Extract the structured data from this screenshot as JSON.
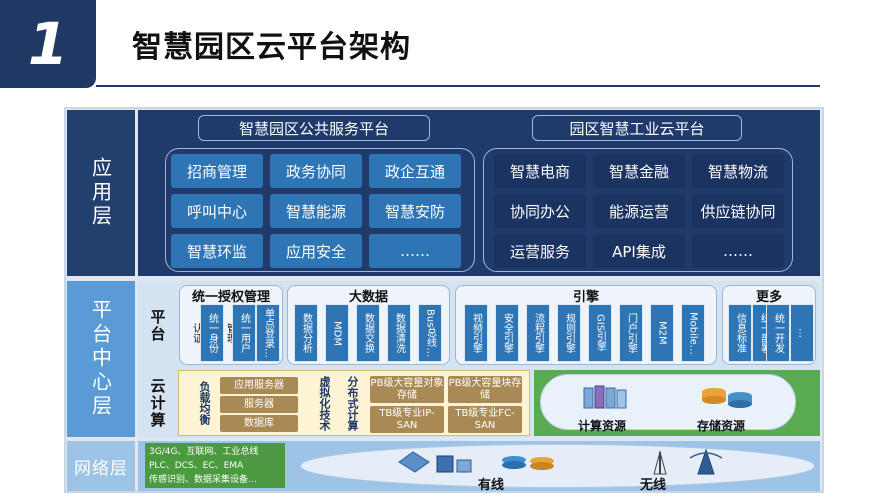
{
  "header": {
    "number": "1",
    "title": "智慧园区云平台架构"
  },
  "layers": {
    "app": "应用层",
    "platform": "平台中心层",
    "network": "网络层"
  },
  "app": {
    "public_title": "智慧园区公共服务平台",
    "industrial_title": "园区智慧工业云平台",
    "public_items": [
      "招商管理",
      "政务协同",
      "政企互通",
      "呼叫中心",
      "智慧能源",
      "智慧安防",
      "智慧环监",
      "应用安全",
      "……"
    ],
    "industrial_items": [
      "智慧电商",
      "智慧金融",
      "智慧物流",
      "协同办公",
      "能源运营",
      "供应链协同",
      "运营服务",
      "API集成",
      "……"
    ]
  },
  "platform": {
    "platform_label": "平台",
    "cloud_label": "云计算",
    "auth": {
      "title": "统一授权管理",
      "items": [
        "认证",
        "统一身份",
        "管理",
        "统一用户",
        "单点登录…"
      ]
    },
    "bigdata": {
      "title": "大数据",
      "items": [
        "数据分析",
        "MDM",
        "数据交换",
        "数据清洗",
        "Bus总线…"
      ]
    },
    "engine": {
      "title": "引擎",
      "items": [
        "视频引擎",
        "安全引擎",
        "流程引擎",
        "规则引擎",
        "GIS引擎",
        "门户引擎",
        "M2M",
        "Mobile…"
      ]
    },
    "more": {
      "title": "更多",
      "items": [
        "信息标准",
        "统一部署",
        "统一开发",
        "…"
      ]
    },
    "cloud": {
      "load_balance": "负载均衡",
      "servers": [
        "应用服务器",
        "服务器",
        "数据库"
      ],
      "virtualization": "虚拟化技术",
      "distributed": "分布式计算",
      "storage": [
        "PB级大容量对象存储",
        "PB级大容量块存储",
        "TB级专业IP-SAN",
        "TB级专业FC-SAN"
      ],
      "compute_res": "计算资源",
      "storage_res": "存储资源"
    }
  },
  "network": {
    "lines": [
      "3G/4G、互联网、工业总线",
      "PLC、DCS、EC、EMA",
      "传感识别、数据采集设备…"
    ],
    "wired": "有线",
    "wireless": "无线"
  },
  "colors": {
    "navy": "#1f3864",
    "app_bg": "#1f3a6b",
    "cell_blue": "#2e75b6",
    "platform_label": "#5b9bd5",
    "network_label": "#9dc3e6",
    "cloud_green": "#5aaa52",
    "gold": "#a98a55"
  }
}
